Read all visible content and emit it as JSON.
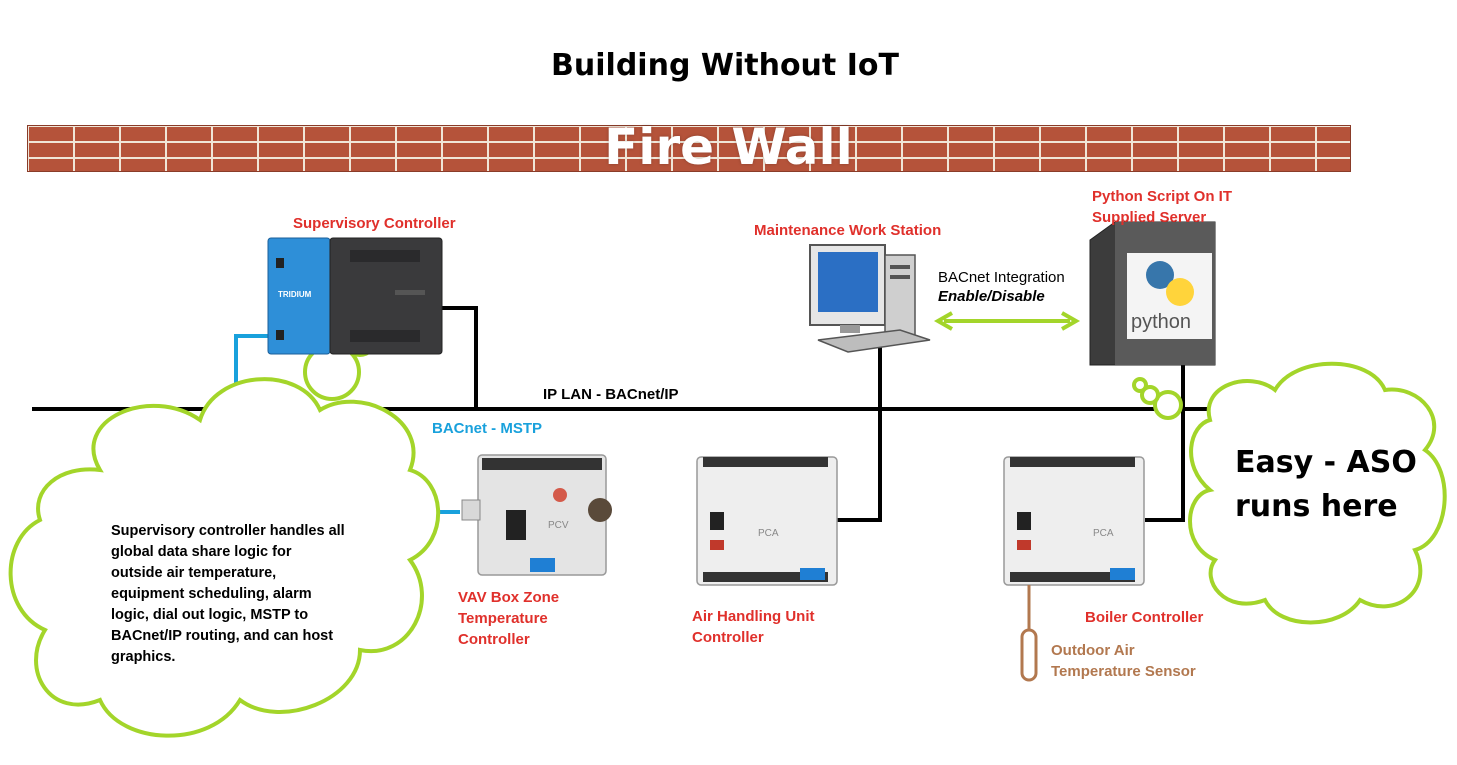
{
  "title": "Building Without IoT",
  "firewall": {
    "label": "Fire Wall"
  },
  "devices": {
    "supervisory": {
      "label": "Supervisory Controller",
      "brand": "TRIDIUM"
    },
    "workstation": {
      "label": "Maintenance Work Station"
    },
    "python_server": {
      "label_line1": "Python Script On IT",
      "label_line2": "Supplied Server",
      "logo_text": "python"
    },
    "vav": {
      "label_line1": "VAV Box Zone",
      "label_line2": "Temperature",
      "label_line3": "Controller",
      "panel_text": "PCV"
    },
    "ahu": {
      "label_line1": "Air Handling Unit",
      "label_line2": "Controller",
      "panel_text": "PCA"
    },
    "boiler": {
      "label": "Boiler Controller",
      "panel_text": "PCA"
    },
    "oat_sensor": {
      "label_line1": "Outdoor Air",
      "label_line2": "Temperature Sensor"
    }
  },
  "network": {
    "ip_lan": "IP LAN - BACnet/IP",
    "mstp": "BACnet - MSTP",
    "integration_line1": "BACnet Integration",
    "integration_line2": "Enable/Disable"
  },
  "clouds": {
    "supervisory_note": [
      "Supervisory controller handles all",
      "global data share logic for",
      "outside air temperature,",
      "equipment scheduling, alarm",
      "logic, dial out logic, MSTP to",
      "BACnet/IP routing, and can host",
      "graphics."
    ],
    "aso_line1": "Easy - ASO",
    "aso_line2": "runs here"
  },
  "colors": {
    "title": "#000000",
    "label_red": "#e0302b",
    "mstp_blue": "#19a1dc",
    "cloud_green": "#a3d52a",
    "brick": "#b5533a",
    "sensor_brown": "#b2784f"
  }
}
